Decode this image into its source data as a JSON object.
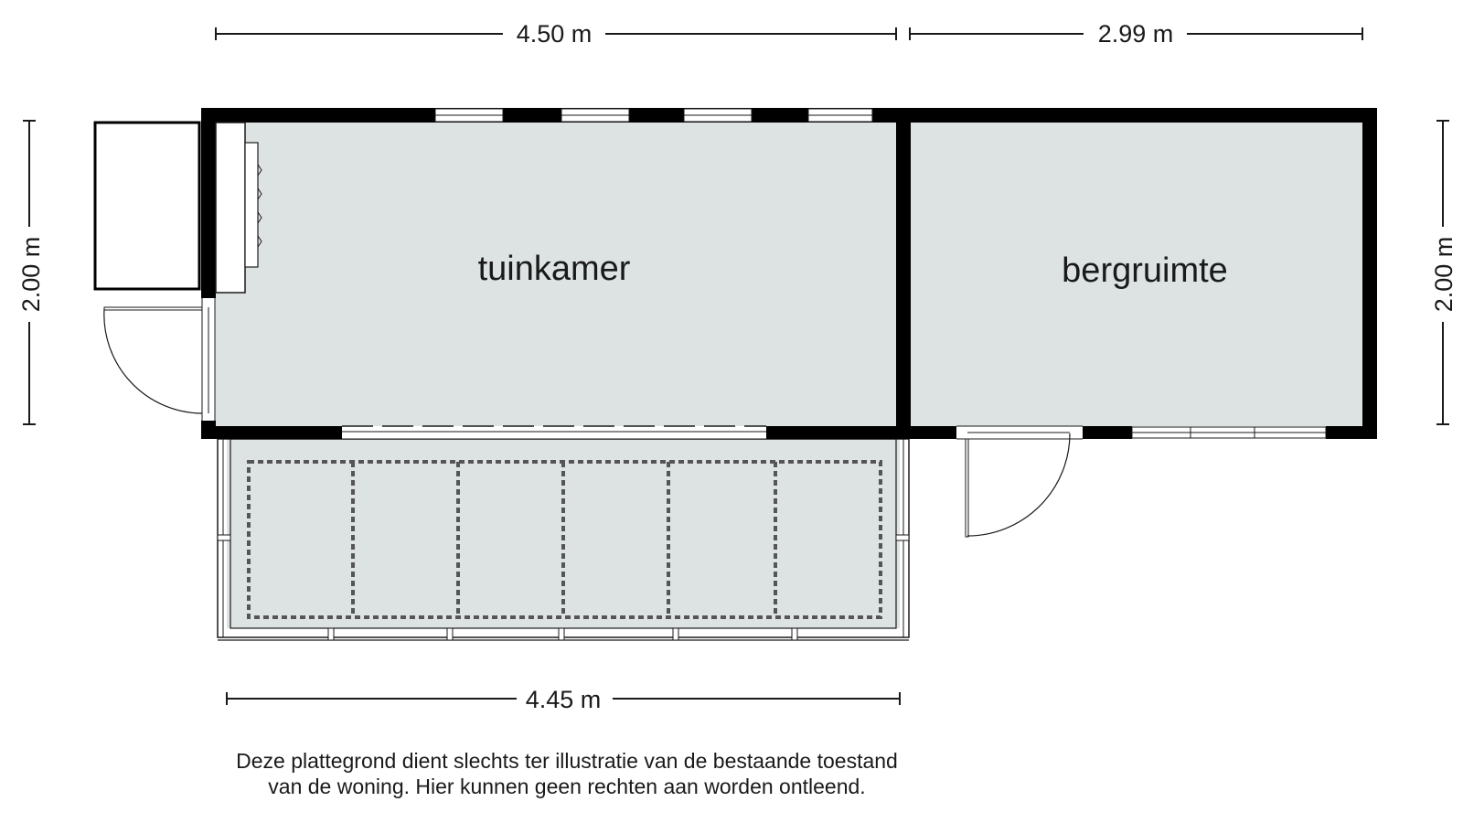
{
  "dimensions": {
    "top_left": "4.50 m",
    "top_right": "2.99 m",
    "left": "2.00 m",
    "right": "2.00 m",
    "bottom": "4.45 m"
  },
  "rooms": {
    "tuinkamer": "tuinkamer",
    "bergruimte": "bergruimte"
  },
  "disclaimer": {
    "line1": "Deze plattegrond dient slechts ter illustratie van de bestaande toestand",
    "line2": "van de woning. Hier kunnen geen rechten aan worden ontleend."
  },
  "colors": {
    "room_fill": "#dde3e3",
    "wall": "#000000",
    "line": "#1a1a1a"
  }
}
